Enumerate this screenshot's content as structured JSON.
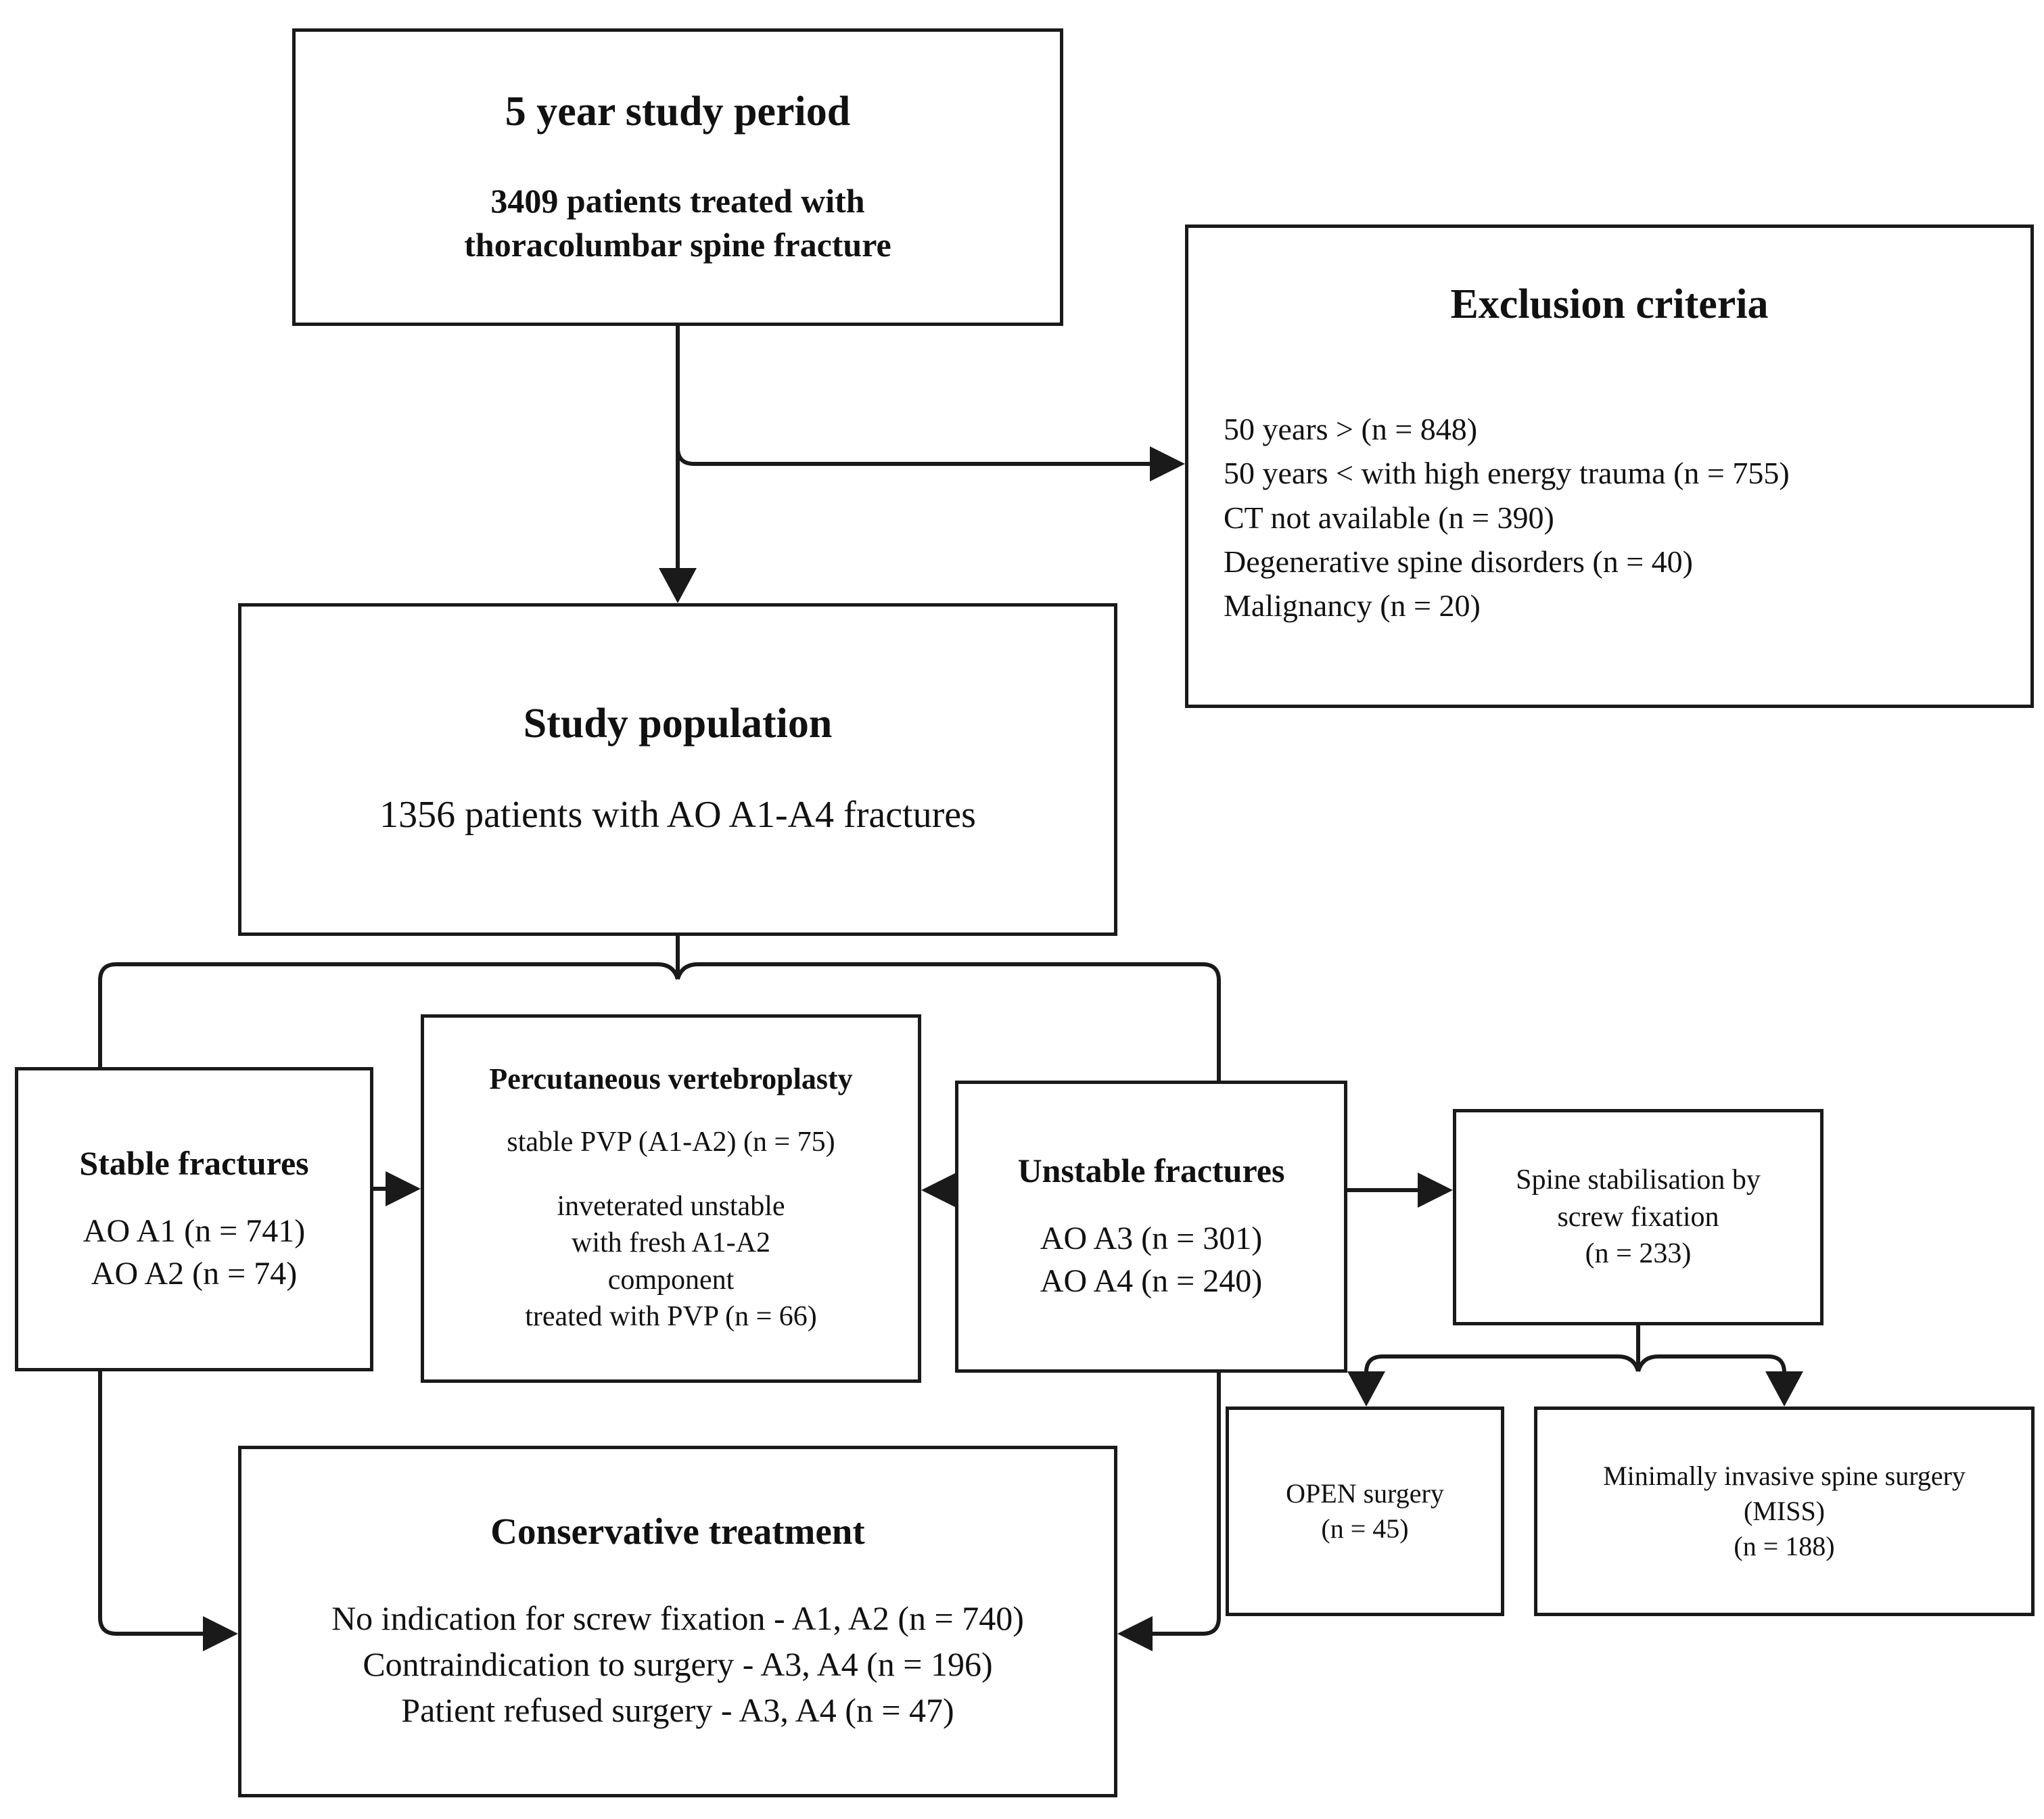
{
  "figure": {
    "type": "flowchart",
    "orientation": "top-down"
  },
  "nodes": {
    "study_period": {
      "title": "5 year study period",
      "line1": "3409 patients treated with",
      "line2": "thoracolumbar spine fracture"
    },
    "exclusion": {
      "title": "Exclusion criteria",
      "items": [
        "50 years > (n = 848)",
        "50 years < with high energy trauma (n = 755)",
        "CT not available (n = 390)",
        "Degenerative spine disorders (n = 40)",
        "Malignancy  (n = 20)"
      ]
    },
    "study_population": {
      "title": "Study population",
      "line1": "1356 patients with AO A1-A4 fractures"
    },
    "stable": {
      "title": "Stable fractures",
      "line1": "AO A1 (n = 741)",
      "line2": "AO A2 (n = 74)"
    },
    "pvp": {
      "title": "Percutaneous vertebroplasty",
      "line1": "stable PVP (A1-A2) (n = 75)",
      "line2": "inveterated unstable",
      "line3": "with fresh A1-A2",
      "line4": "component",
      "line5": "treated with PVP (n = 66)"
    },
    "unstable": {
      "title": "Unstable fractures",
      "line1": "AO A3 (n = 301)",
      "line2": "AO A4 (n = 240)"
    },
    "screw_fixation": {
      "line1": "Spine stabilisation by",
      "line2": "screw fixation",
      "line3": "(n = 233)"
    },
    "open_surgery": {
      "line1": "OPEN surgery",
      "line2": "(n = 45)"
    },
    "miss": {
      "line1": "Minimally invasive spine surgery",
      "line2": "(MISS)",
      "line3": "(n = 188)"
    },
    "conservative": {
      "title": "Conservative treatment",
      "line1": "No indication for screw fixation - A1, A2 (n = 740)",
      "line2": "Contraindication to surgery - A3, A4 (n = 196)",
      "line3": "Patient refused surgery - A3, A4 (n = 47)"
    }
  },
  "edges": [
    {
      "from": "study_period",
      "to": "exclusion",
      "arrow": true
    },
    {
      "from": "study_period",
      "to": "study_population",
      "arrow": true
    },
    {
      "from": "study_population",
      "to": "stable",
      "arrow": false
    },
    {
      "from": "study_population",
      "to": "unstable",
      "arrow": false
    },
    {
      "from": "stable",
      "to": "pvp",
      "arrow": true
    },
    {
      "from": "unstable",
      "to": "pvp",
      "arrow": true
    },
    {
      "from": "unstable",
      "to": "screw_fixation",
      "arrow": true
    },
    {
      "from": "screw_fixation",
      "to": "open_surgery",
      "arrow": true
    },
    {
      "from": "screw_fixation",
      "to": "miss",
      "arrow": true
    },
    {
      "from": "stable",
      "to": "conservative",
      "arrow": true
    },
    {
      "from": "unstable",
      "to": "conservative",
      "arrow": true
    }
  ],
  "colors": {
    "stroke": "#1a1a1a",
    "background": "#ffffff",
    "text": "#111111"
  }
}
